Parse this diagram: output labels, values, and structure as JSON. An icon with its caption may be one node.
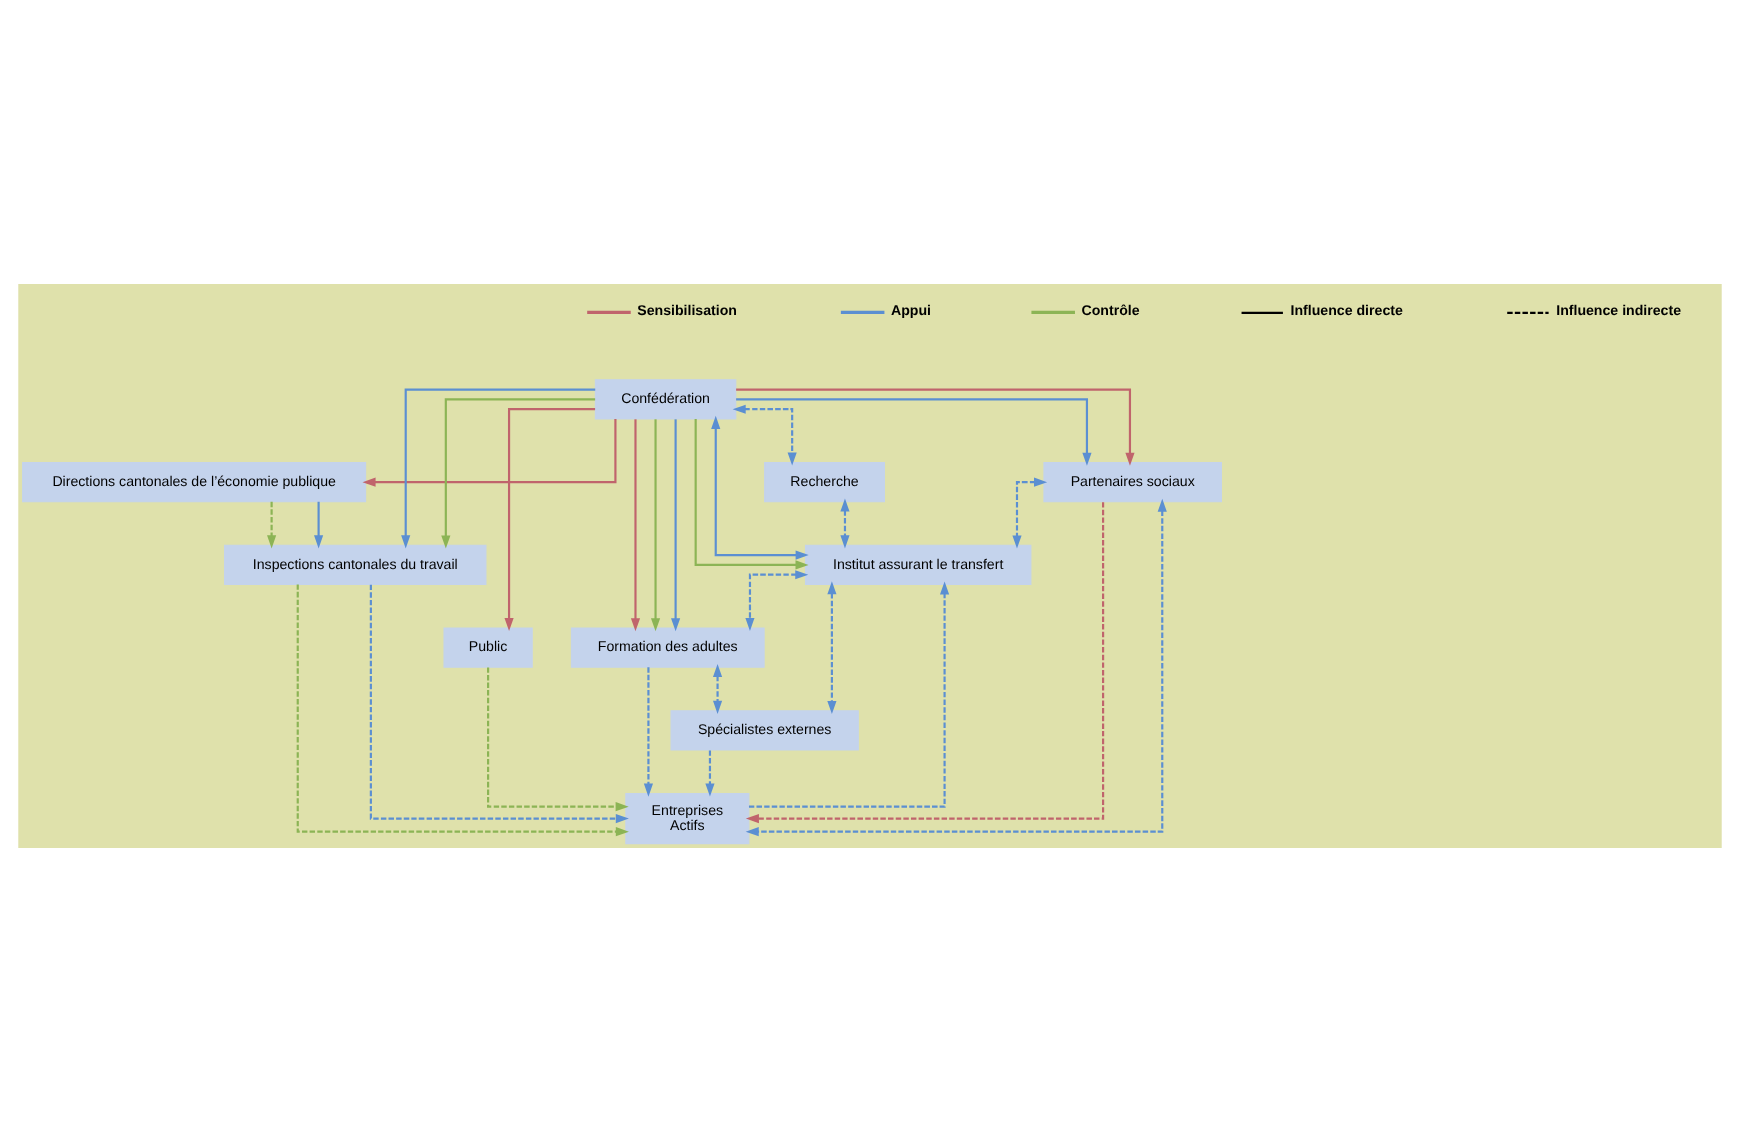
{
  "diagram": {
    "nodes": [
      {
        "text": [
          "Confédération"
        ]
      },
      {
        "text": [
          "Recherche"
        ]
      },
      {
        "text": [
          "Directions cantonales de l’économie publique"
        ]
      },
      {
        "text": [
          "Inspections cantonales du travail"
        ]
      },
      {
        "text": [
          "Institut assurant le transfert"
        ]
      },
      {
        "text": [
          "Public"
        ]
      },
      {
        "text": [
          "Formation des adultes"
        ]
      },
      {
        "text": [
          "Partenaires sociaux"
        ]
      },
      {
        "text": [
          "Spécialistes externes"
        ]
      },
      {
        "text": [
          "Entreprises",
          "Actifs"
        ]
      }
    ],
    "edges": [
      {
        "from": 0,
        "to": 2,
        "arrow": "to",
        "color": "#c0646c"
      },
      {
        "from": 0,
        "to": 3,
        "arrow": "to"
      },
      {
        "from": 0,
        "to": 3,
        "arrow": "to",
        "color": "#8cb455"
      },
      {
        "from": 0,
        "to": 5,
        "arrow": "to",
        "color": "#c0646c"
      },
      {
        "from": 0,
        "to": 7,
        "arrow": "to",
        "color": "#c0646c"
      },
      {
        "from": 0,
        "to": 7,
        "arrow": "to"
      },
      {
        "from": 0,
        "to": 6,
        "arrow": "to",
        "color": "#c0646c"
      },
      {
        "from": 0,
        "to": 6,
        "arrow": "to",
        "color": "#8cb455"
      },
      {
        "from": 0,
        "to": 6,
        "arrow": "to"
      },
      {
        "from": 0,
        "to": 4,
        "arrow": "both"
      },
      {
        "from": 0,
        "to": 4,
        "arrow": "to",
        "color": "#8cb455"
      },
      {
        "from": 0,
        "to": 1,
        "arrow": "both",
        "style": "dashed"
      },
      {
        "from": 2,
        "to": 3,
        "arrow": "to",
        "style": "dashed",
        "color": "#8cb455"
      },
      {
        "from": 2,
        "to": 3,
        "arrow": "to"
      },
      {
        "from": 1,
        "to": 4,
        "arrow": "both",
        "style": "dashed"
      },
      {
        "from": 7,
        "to": 4,
        "arrow": "both",
        "style": "dashed"
      },
      {
        "from": 9,
        "to": 4,
        "arrow": "to",
        "style": "dashed"
      },
      {
        "from": 4,
        "to": 6,
        "arrow": "both",
        "style": "dashed"
      },
      {
        "from": 4,
        "to": 8,
        "arrow": "both",
        "style": "dashed"
      },
      {
        "from": 6,
        "to": 8,
        "arrow": "both",
        "style": "dashed"
      },
      {
        "from": 3,
        "to": 9,
        "arrow": "to",
        "style": "dashed"
      },
      {
        "from": 3,
        "to": 9,
        "arrow": "to",
        "style": "dashed",
        "color": "#8cb455"
      },
      {
        "from": 5,
        "to": 9,
        "arrow": "to",
        "style": "dashed",
        "color": "#8cb455"
      },
      {
        "from": 7,
        "to": 9,
        "arrow": "to",
        "style": "dashed",
        "color": "#c0646c"
      },
      {
        "from": 7,
        "to": 9,
        "arrow": "both",
        "style": "dashed"
      },
      {
        "from": 6,
        "to": 9,
        "arrow": "to",
        "style": "dashed"
      },
      {
        "from": 8,
        "to": 9,
        "arrow": "to",
        "style": "dashed"
      }
    ],
    "legend": [
      {
        "text": "Sensibilisation",
        "color": "#c0646c"
      },
      {
        "text": "Appui",
        "color": "#5b8fd2"
      },
      {
        "text": "Contrôle",
        "color": "#8cb455"
      },
      {
        "text": "Influence directe"
      },
      {
        "text": "Influence indirecte"
      }
    ]
  }
}
